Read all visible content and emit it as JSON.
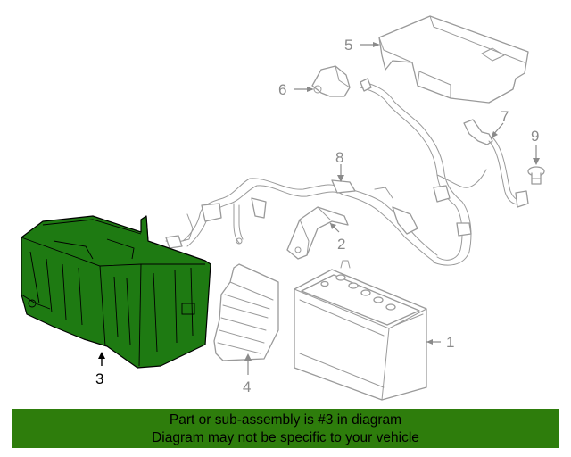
{
  "callouts": {
    "c1": "1",
    "c2": "2",
    "c3": "3",
    "c4": "4",
    "c5": "5",
    "c6": "6",
    "c7": "7",
    "c8": "8",
    "c9": "9"
  },
  "banner": {
    "line1": "Part or sub-assembly is #3 in diagram",
    "line2": "Diagram may not be specific to your vehicle"
  },
  "colors": {
    "highlight": "#1e7a12",
    "banner": "#2e7d0c",
    "line_art": "#9a9a9a"
  }
}
